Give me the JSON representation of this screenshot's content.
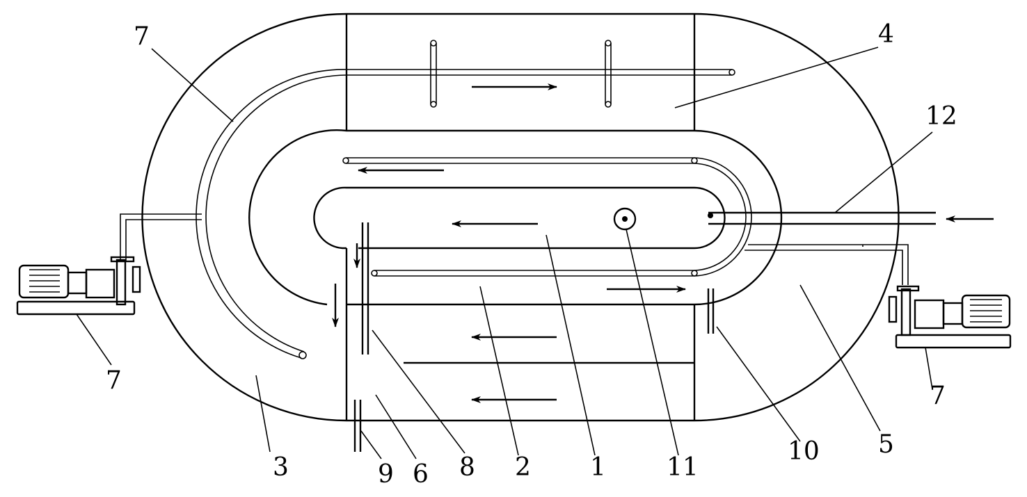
{
  "figure": {
    "labels": {
      "pump_left_top": "7",
      "pump_left_bottom": "7",
      "pump_right": "7",
      "region_top": "4",
      "inlet_pipe": "12",
      "region_left": "3",
      "part_9": "9",
      "part_6": "6",
      "part_8": "8",
      "channel_2": "2",
      "island_1": "1",
      "part_11": "11",
      "part_10": "10",
      "region_right": "5"
    },
    "colors": {
      "line": "#000000",
      "background": "#ffffff"
    }
  }
}
